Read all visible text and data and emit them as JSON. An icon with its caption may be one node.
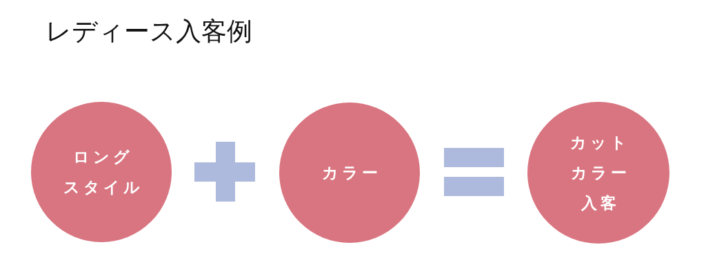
{
  "diagram": {
    "title": "レディース入客例",
    "nodes": [
      {
        "text": [
          "ロングスタイル"
        ]
      },
      {
        "text": [
          "カラー"
        ]
      },
      {
        "text": [
          "カットカラー入客"
        ]
      }
    ]
  }
}
